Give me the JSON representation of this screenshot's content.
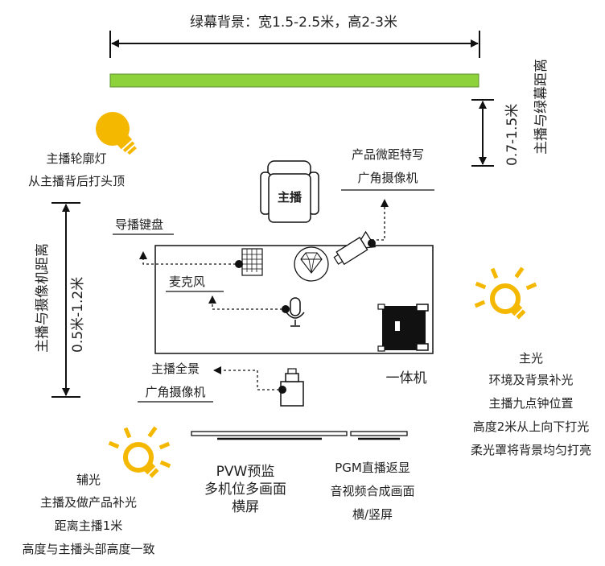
{
  "title": "绿幕背景：宽1.5-2.5米，高2-3米",
  "side_right": {
    "value": "0.7-1.5米",
    "label": "主播与绿幕距离"
  },
  "side_left": {
    "value": "0.5米-1.2米",
    "label": "主播与摄像机距离"
  },
  "contour_light": {
    "line1": "主播轮廓灯",
    "line2": "从主播背后打头顶"
  },
  "closeup_camera": {
    "line1": "产品微距特写",
    "line2": "广角摄像机"
  },
  "anchor_chair": "主播",
  "director_keyboard": "导播键盘",
  "microphone": "麦克风",
  "panorama_camera": {
    "line1": "主播全景",
    "line2": "广角摄像机"
  },
  "all_in_one": "一体机",
  "main_light": {
    "title": "主光",
    "lines": [
      "环境及背景补光",
      "主播九点钟位置",
      "高度2米从上向下打光",
      "柔光罩将背景均匀打亮"
    ]
  },
  "fill_light": {
    "title": "辅光",
    "lines": [
      "主播及做产品补光",
      "距离主播1米",
      "高度与主播头部高度一致"
    ]
  },
  "pvw_monitor": {
    "line1": "PVW预监",
    "line2": "多机位多画面",
    "line3": "横屏"
  },
  "pgm_monitor": {
    "line1": "PGM直播返显",
    "line2": "音视频合成画面",
    "line3": "横/竖屏"
  },
  "colors": {
    "green_screen": "#8DD13B",
    "bulb": "#F5B800",
    "line": "#111111"
  }
}
